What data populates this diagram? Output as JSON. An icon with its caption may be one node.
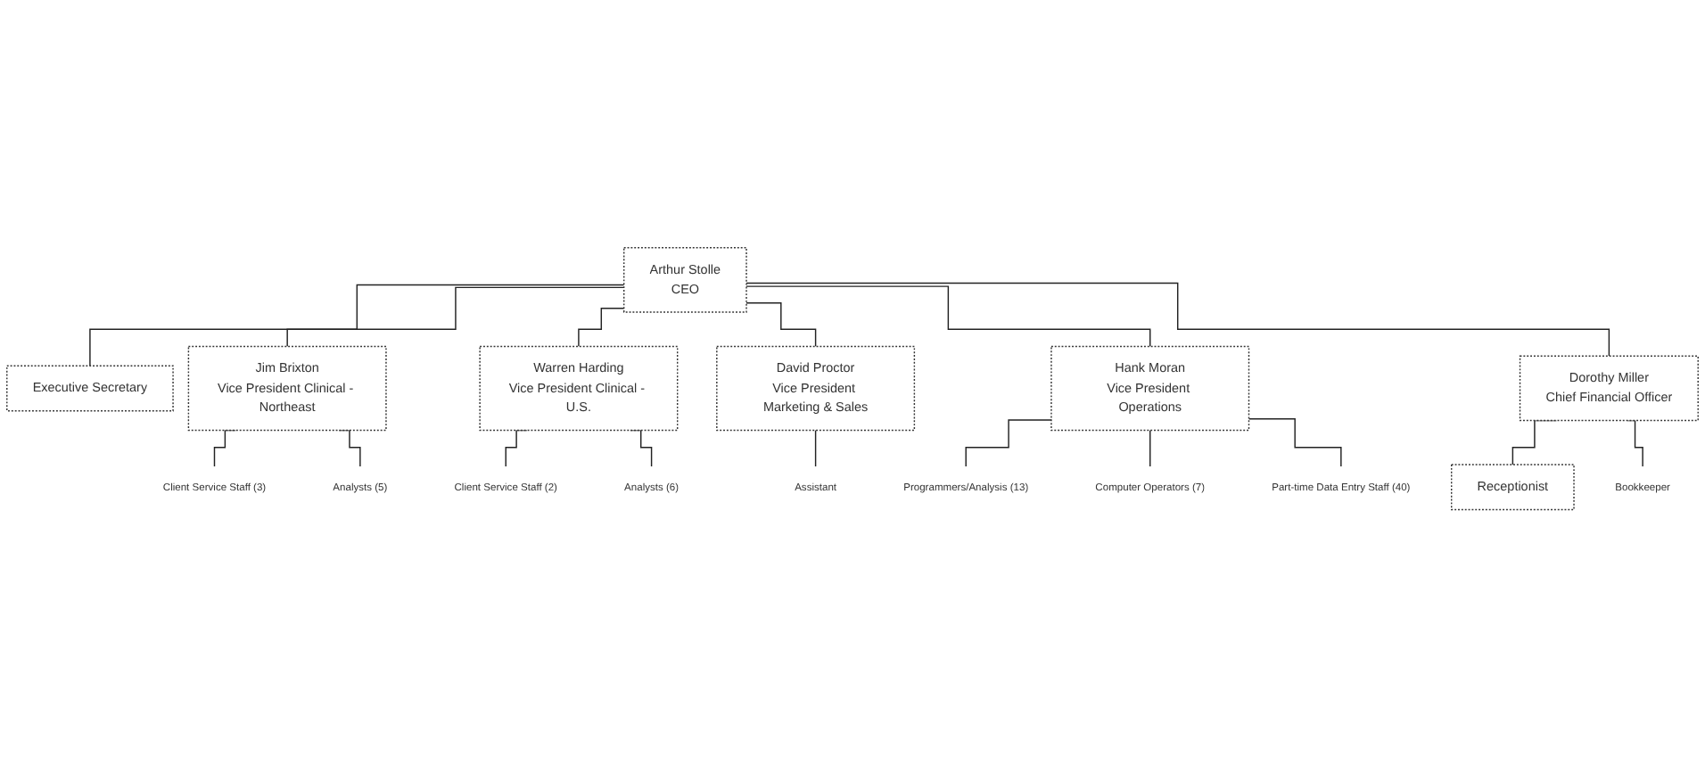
{
  "diagram": {
    "nodes": [
      {
        "text": [
          "Arthur Stolle",
          "CEO"
        ]
      },
      {
        "text": [
          "Executive Secretary"
        ]
      },
      {
        "text": [
          "Jim Brixton",
          "Vice President Clinical - Northeast"
        ]
      },
      {
        "text": [
          "Warren Harding",
          "Vice President Clinical - U.S."
        ]
      },
      {
        "text": [
          "David Proctor",
          "Vice President Marketing & Sales"
        ]
      },
      {
        "text": [
          "Hank Moran",
          "Vice President Operations"
        ]
      },
      {
        "text": [
          "Dorothy Miller",
          "Chief Financial Officer"
        ]
      },
      {
        "text": [
          "Client Service Staff (3)"
        ]
      },
      {
        "text": [
          "Analysts (5)"
        ]
      },
      {
        "text": [
          "Client Service Staff (2)"
        ]
      },
      {
        "text": [
          "Analysts (6)"
        ]
      },
      {
        "text": [
          "Assistant"
        ]
      },
      {
        "text": [
          "Programmers/Analysis (13)"
        ]
      },
      {
        "text": [
          "Computer Operators (7)"
        ]
      },
      {
        "text": [
          "Part-time Data Entry Staff (40)"
        ]
      },
      {
        "text": [
          "Receptionist"
        ]
      },
      {
        "text": [
          "Bookkeeper"
        ]
      }
    ],
    "edges": [
      {
        "from": 0,
        "to": 1,
        "arrow": "none"
      },
      {
        "from": 0,
        "to": 2,
        "arrow": "none"
      },
      {
        "from": 0,
        "to": 3,
        "arrow": "none"
      },
      {
        "from": 0,
        "to": 4,
        "arrow": "none"
      },
      {
        "from": 0,
        "to": 5,
        "arrow": "none"
      },
      {
        "from": 0,
        "to": 6,
        "arrow": "none"
      },
      {
        "from": 2,
        "to": 7,
        "arrow": "none"
      },
      {
        "from": 2,
        "to": 8,
        "arrow": "none"
      },
      {
        "from": 3,
        "to": 9,
        "arrow": "none"
      },
      {
        "from": 3,
        "to": 10,
        "arrow": "none"
      },
      {
        "from": 4,
        "to": 11,
        "arrow": "none"
      },
      {
        "from": 5,
        "to": 12,
        "arrow": "none"
      },
      {
        "from": 5,
        "to": 13,
        "arrow": "none"
      },
      {
        "from": 5,
        "to": 14,
        "arrow": "none"
      },
      {
        "from": 6,
        "to": 15,
        "arrow": "none"
      },
      {
        "from": 6,
        "to": 16,
        "arrow": "none"
      }
    ]
  }
}
